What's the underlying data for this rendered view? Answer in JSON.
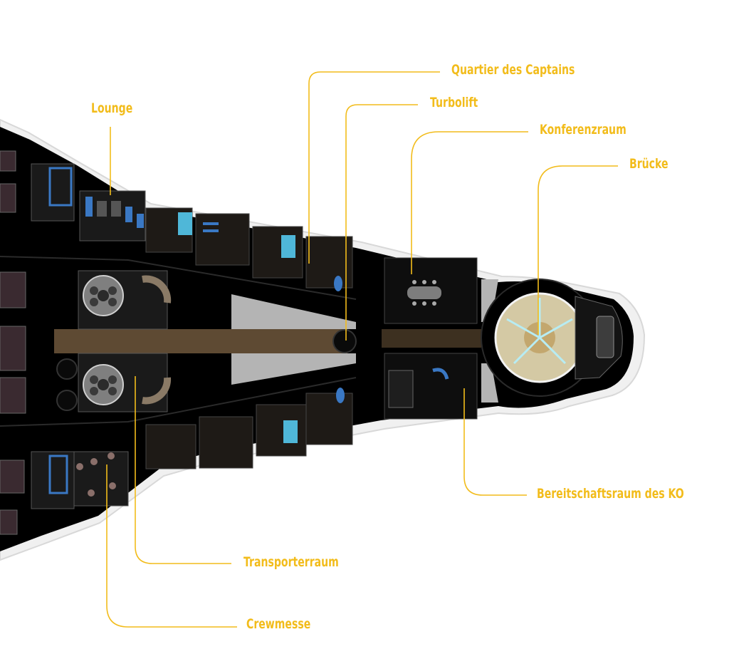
{
  "diagram": {
    "labels": {
      "quartier": "Quartier des Captains",
      "turbolift": "Turbolift",
      "konferenz": "Konferenzraum",
      "bruecke": "Brücke",
      "lounge": "Lounge",
      "bereitschaft": "Bereitschaftsraum des KO",
      "transporter": "Transporterraum",
      "crewmesse": "Crewmesse"
    },
    "colors": {
      "label": "#f2bc1b",
      "hull": "#000000",
      "corridor": "#5e4a33",
      "deck_gray": "#b4b4b4",
      "bridge_core": "#d4c9a4",
      "console_blue": "#3a78c4",
      "console_cyan": "#4fb7d8"
    }
  }
}
